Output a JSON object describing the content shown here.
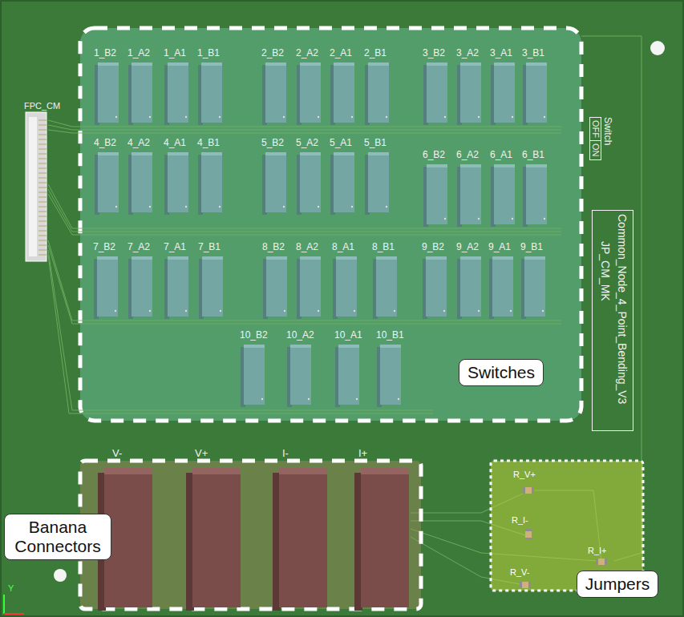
{
  "diagram": {
    "nodes": [
      {
        "text": [
          "Switches"
        ]
      },
      {
        "text": [
          "Banana Connectors"
        ]
      },
      {
        "text": [
          "Jumpers"
        ]
      },
      {
        "text": [
          "Switch",
          "OFF",
          "ON"
        ]
      },
      {
        "text": [
          "Common_Node_4_Point_Bending_V3",
          "JP_CM_MK"
        ]
      }
    ],
    "labels": [
      "FPC_CM",
      "1_B2",
      "1_A2",
      "1_A1",
      "1_B1",
      "2_B2",
      "2_A2",
      "2_A1",
      "2_B1",
      "3_B2",
      "3_A2",
      "3_A1",
      "3_B1",
      "4_B2",
      "4_A2",
      "4_A1",
      "4_B1",
      "5_B2",
      "5_A2",
      "5_A1",
      "5_B1",
      "6_B2",
      "6_A2",
      "6_A1",
      "6_B1",
      "7_B2",
      "7_A2",
      "7_A1",
      "7_B1",
      "8_B2",
      "8_A2",
      "8_A1",
      "8_B1",
      "9_B2",
      "9_A2",
      "9_A1",
      "9_B1",
      "10_B2",
      "10_A2",
      "10_A1",
      "10_B1",
      "V-",
      "V+",
      "I-",
      "I+",
      "R_V+",
      "R_I-",
      "R_I+",
      "R_V-",
      "Y"
    ]
  }
}
